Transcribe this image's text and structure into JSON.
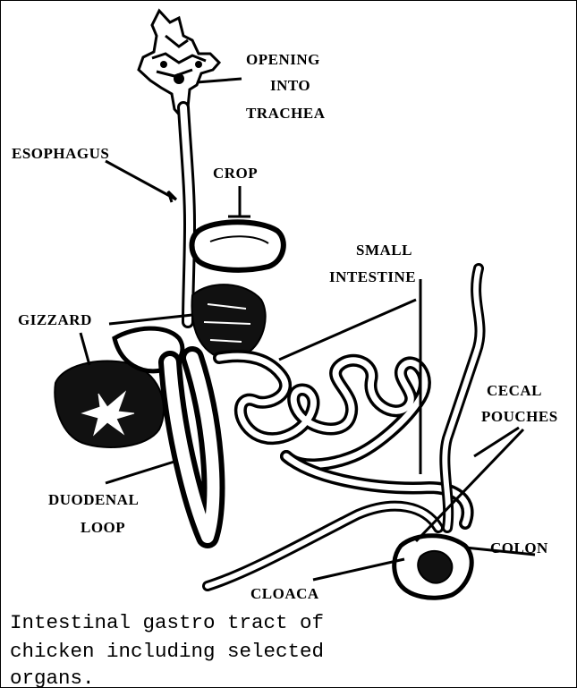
{
  "labels": {
    "opening_into_trachea": [
      "OPENING",
      "INTO",
      "TRACHEA"
    ],
    "esophagus": "ESOPHAGUS",
    "crop": "CROP",
    "small_intestine": [
      "SMALL",
      "INTESTINE"
    ],
    "gizzard": "GIZZARD",
    "cecal_pouches": [
      "CECAL",
      "POUCHES"
    ],
    "duodenal_loop": [
      "DUODENAL",
      "LOOP"
    ],
    "colon": "COLON",
    "cloaca": "CLOACA"
  },
  "caption": [
    "Intestinal gastro tract of",
    "chicken including selected",
    "organs."
  ],
  "colors": {
    "ink": "#000000",
    "paper": "#ffffff"
  }
}
